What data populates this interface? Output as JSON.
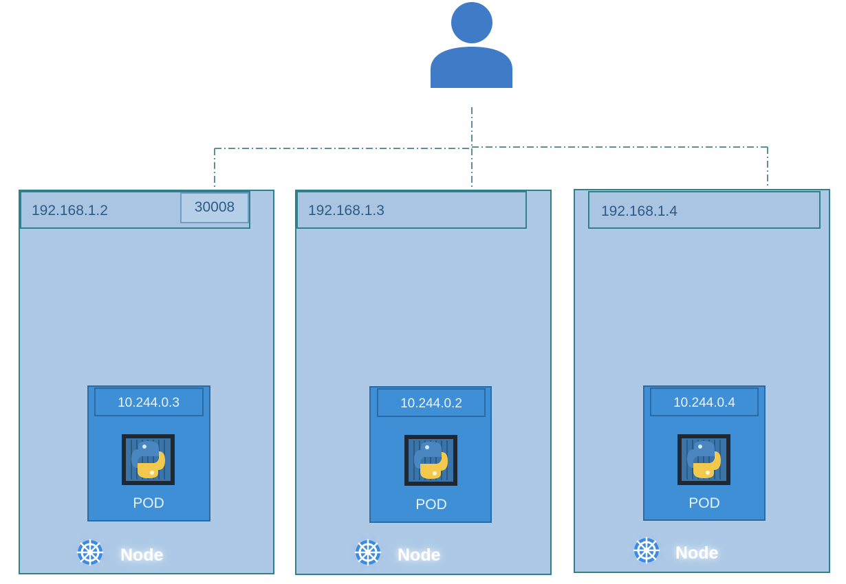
{
  "colors": {
    "user": "#3f7bc6",
    "connector": "#5d8f9a",
    "node_fill": "#adc9e5",
    "node_border": "#2f7f8c",
    "ip_text": "#2d5b86",
    "pod_fill": "#3f8fd6",
    "pod_border": "#2b6aa3",
    "pod_text": "#e8f3ff",
    "node_text": "#ffffff",
    "node_glow": "#6fb8f5",
    "python_blue": "#3a74a8",
    "python_yellow": "#f2c94c"
  },
  "user": {
    "icon": "person-icon"
  },
  "nodes": [
    {
      "ip": "192.168.1.2",
      "port": "30008",
      "pod": {
        "ip": "10.244.0.3",
        "label": "POD",
        "icon": "python-container-icon"
      },
      "label": "Node",
      "icon": "kubernetes-helm-icon"
    },
    {
      "ip": "192.168.1.3",
      "pod": {
        "ip": "10.244.0.2",
        "label": "POD",
        "icon": "python-container-icon"
      },
      "label": "Node",
      "icon": "kubernetes-helm-icon"
    },
    {
      "ip": "192.168.1.4",
      "pod": {
        "ip": "10.244.0.4",
        "label": "POD",
        "icon": "python-container-icon"
      },
      "label": "Node",
      "icon": "kubernetes-helm-icon"
    }
  ]
}
